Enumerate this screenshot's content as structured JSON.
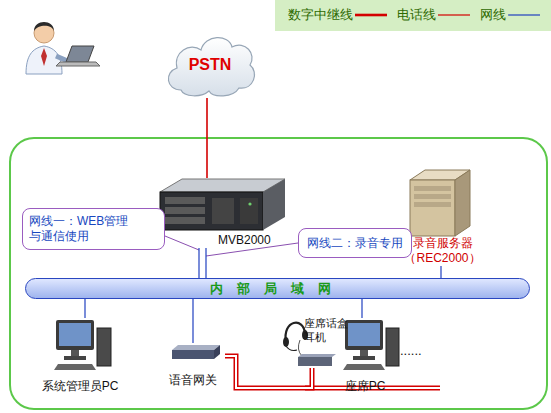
{
  "diagram": {
    "nodes": [
      {
        "text": [
          "PSTN"
        ]
      },
      {
        "text": [
          "MVB2000"
        ]
      },
      {
        "text": [
          "录音服务器 （REC2000）"
        ]
      },
      {
        "text": [
          "网线一：WEB管理 与通信使用"
        ]
      },
      {
        "text": [
          "网线二：录音专用"
        ]
      },
      {
        "text": [
          "内部局域网"
        ]
      },
      {
        "text": [
          "系统管理员PC"
        ]
      },
      {
        "text": [
          "语音网关"
        ]
      },
      {
        "text": [
          "座席话盒 耳机"
        ]
      },
      {
        "text": [
          "座席PC"
        ]
      }
    ],
    "edges": [
      {
        "from": 0,
        "to": 1,
        "arrow": "none"
      },
      {
        "from": 1,
        "to": 5,
        "arrow": "none"
      },
      {
        "from": 1,
        "to": 5,
        "arrow": "none"
      },
      {
        "from": 2,
        "to": 5,
        "arrow": "none"
      },
      {
        "from": 5,
        "to": 6,
        "arrow": "none"
      },
      {
        "from": 5,
        "to": 7,
        "arrow": "none"
      },
      {
        "from": 5,
        "to": 9,
        "arrow": "none"
      },
      {
        "from": 7,
        "to": 8,
        "arrow": "none"
      }
    ],
    "labels": [
      "......"
    ],
    "legend": [
      {
        "text": "数字中继线"
      },
      {
        "text": "电话线"
      },
      {
        "text": "网线"
      }
    ]
  }
}
